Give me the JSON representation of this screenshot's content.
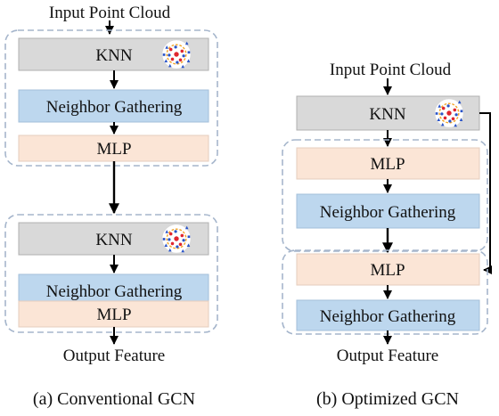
{
  "left": {
    "input_label": "Input Point Cloud",
    "output_label": "Output Feature",
    "caption": "(a) Conventional GCN",
    "group1": {
      "knn": "KNN",
      "gather": "Neighbor Gathering",
      "mlp": "MLP"
    },
    "group2": {
      "knn": "KNN",
      "gather": "Neighbor Gathering",
      "mlp": "MLP"
    }
  },
  "right": {
    "input_label": "Input Point Cloud",
    "output_label": "Output Feature",
    "caption": "(b) Optimized GCN",
    "knn": "KNN",
    "group1": {
      "mlp": "MLP",
      "gather": "Neighbor Gathering"
    },
    "group2": {
      "mlp": "MLP",
      "gather": "Neighbor Gathering"
    }
  },
  "colors": {
    "knn_fill": "#d9d9d9",
    "gather_fill": "#bdd7ee",
    "mlp_fill": "#fbe5d6",
    "group_border": "#a6b6cc",
    "box_border": "#b0b0b0",
    "arrow": "#000000"
  },
  "icons": {
    "point_cloud": "point-cloud-icon"
  }
}
